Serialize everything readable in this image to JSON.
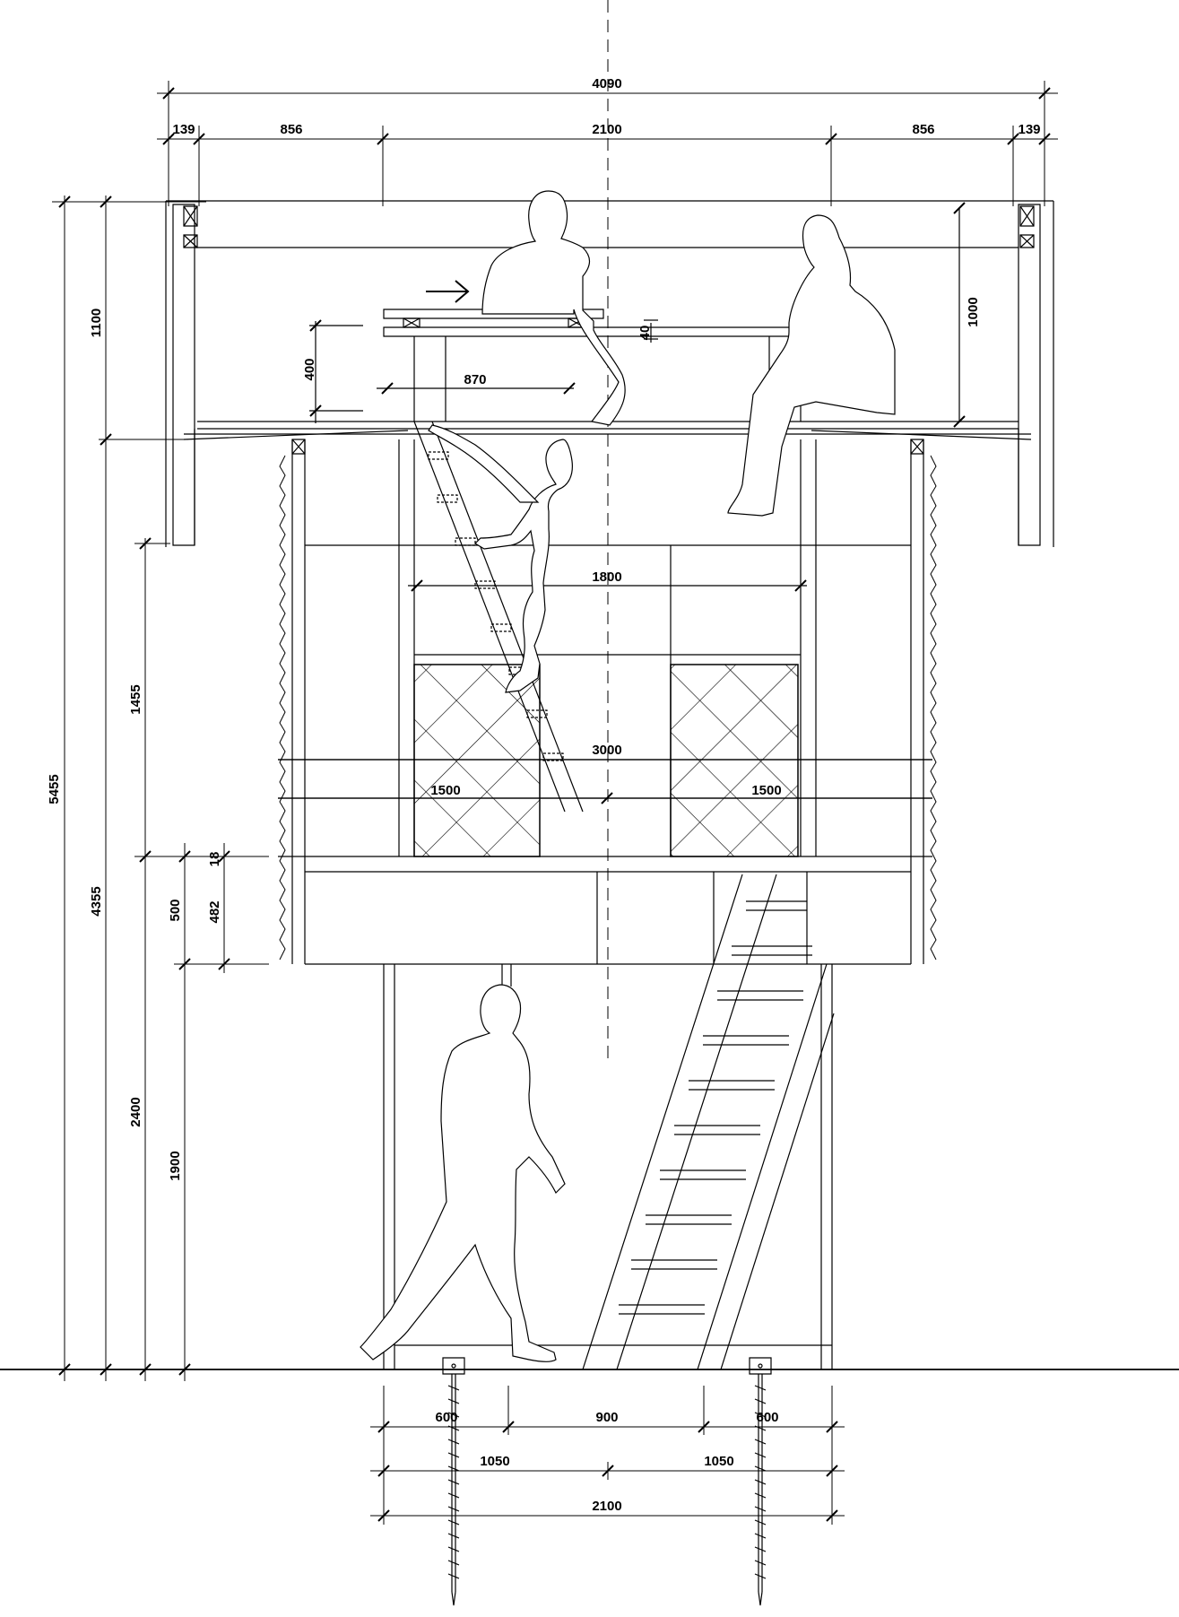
{
  "dimensions": {
    "top_overall": "4090",
    "top_left_edge": "139",
    "top_left_bay": "856",
    "top_center": "2100",
    "top_right_bay": "856",
    "top_right_edge": "139",
    "left_total": "5455",
    "left_upper_level": "1100",
    "left_middle_total": "4355",
    "left_middle_level": "1455",
    "left_ground_level": "2400",
    "left_floor_500": "500",
    "left_floor_482": "482",
    "left_floor_18": "18",
    "left_clearance": "1900",
    "table_height": "400",
    "table_depth": "870",
    "table_thickness": "40",
    "right_wall_height": "1000",
    "interior_width": "1800",
    "middle_width": "3000",
    "left_window": "1500",
    "right_window": "1500",
    "base_left_600": "600",
    "base_center_900": "900",
    "base_right_600": "600",
    "base_left_1050": "1050",
    "base_right_1050": "1050",
    "base_total": "2100"
  }
}
